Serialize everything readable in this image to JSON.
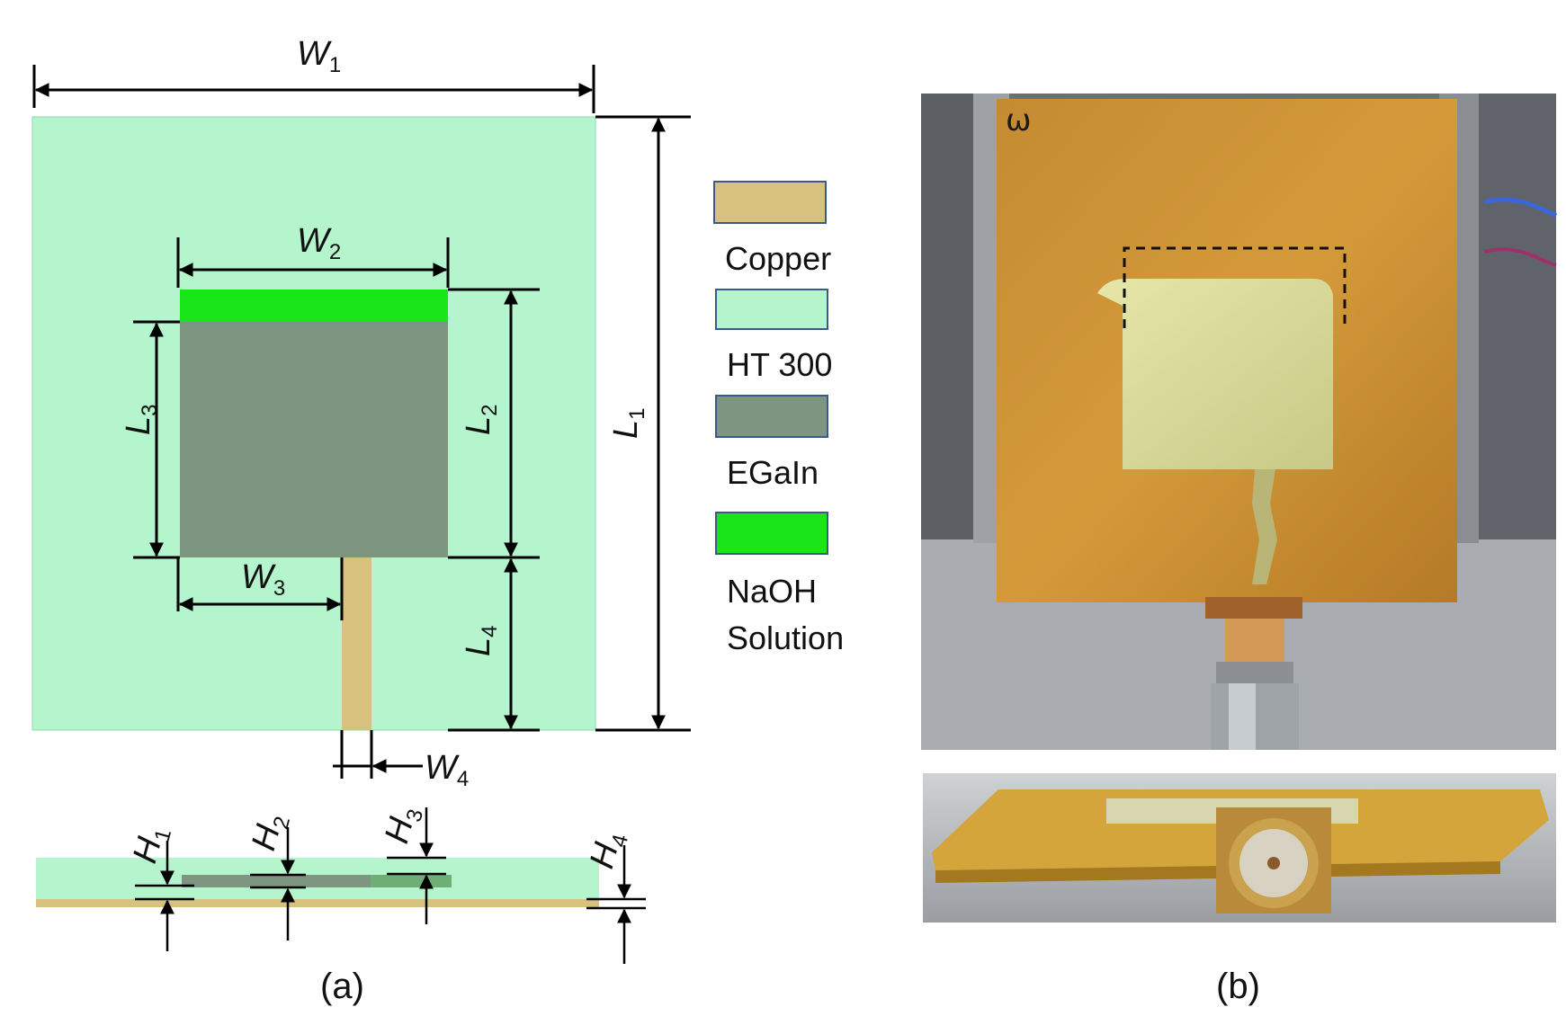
{
  "colors": {
    "copper": "#D6C27E",
    "ht300": "#B5F5CE",
    "egain": "#7E9582",
    "naoh": "#19E619",
    "substrate_photo": "#C68A2E"
  },
  "dimensions": {
    "W": [
      "W",
      "1",
      "2",
      "3",
      "4"
    ],
    "L": [
      "L",
      "1",
      "2",
      "3",
      "4"
    ],
    "H": [
      "H",
      "1",
      "2",
      "3",
      "4"
    ]
  },
  "legend": [
    {
      "key": "copper",
      "label": "Copper"
    },
    {
      "key": "ht300",
      "label": "HT 300"
    },
    {
      "key": "egain",
      "label": "EGaIn"
    },
    {
      "key": "naoh",
      "label": "NaOH",
      "label2": "Solution"
    }
  ],
  "captions": {
    "a": "(a)",
    "b": "(b)"
  },
  "photo_marks": {
    "corner_mark": "ω"
  }
}
